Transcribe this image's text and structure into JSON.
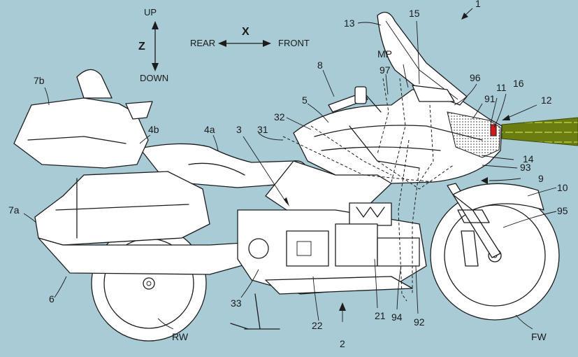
{
  "axes": {
    "up": "UP",
    "down": "DOWN",
    "z": "Z",
    "x": "X",
    "rear": "REAR",
    "front": "FRONT"
  },
  "labels": {
    "l1": "1",
    "l2": "2",
    "l3": "3",
    "l31": "31",
    "l32": "32",
    "l33": "33",
    "l4a": "4a",
    "l4b": "4b",
    "l5": "5",
    "l6": "6",
    "l7a": "7a",
    "l7b": "7b",
    "l8": "8",
    "l9": "9",
    "l10": "10",
    "l11": "11",
    "l12": "12",
    "l13": "13",
    "l14": "14",
    "l15": "15",
    "l16": "16",
    "l21": "21",
    "l22": "22",
    "l91": "91",
    "l92": "92",
    "l93": "93",
    "l94": "94",
    "l95": "95",
    "l96": "96",
    "l97": "97",
    "lmp": "MP",
    "lrw": "RW",
    "lfw": "FW"
  },
  "colors": {
    "background": "#a9cbd6",
    "beam": "#6b7d10",
    "beam_stripe": "#a3b832",
    "lamp": "#d11a1a"
  }
}
